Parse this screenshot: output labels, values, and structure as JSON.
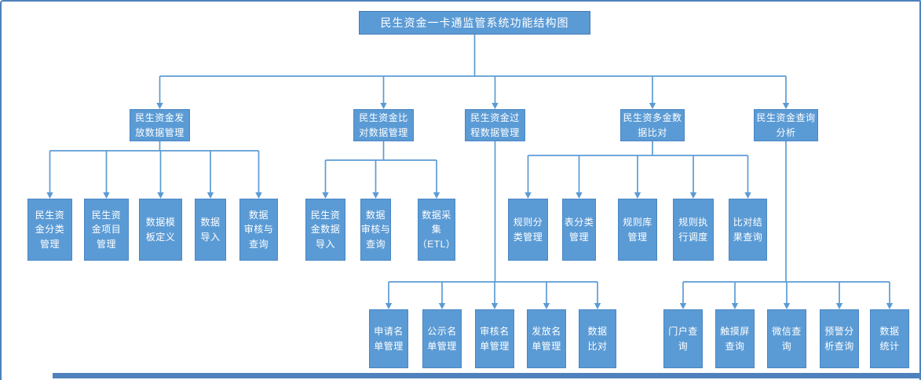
{
  "colors": {
    "box_fill": "#5b9bd5",
    "box_border": "#4a86c5",
    "line": "#5b9bd5",
    "frame": "#4f81bd",
    "text": "#ffffff"
  },
  "diagram": {
    "title": {
      "id": "title",
      "lines": [
        "民生资金一卡通监管系统功能结构图"
      ]
    },
    "branches": [
      {
        "id": "b1",
        "lines": [
          "民生资金发",
          "放数据管理"
        ],
        "children": [
          {
            "id": "c11",
            "lines": [
              "民生资",
              "金分类",
              "管理"
            ]
          },
          {
            "id": "c12",
            "lines": [
              "民生资",
              "金项目",
              "管理"
            ]
          },
          {
            "id": "c13",
            "lines": [
              "数据模",
              "板定义"
            ]
          },
          {
            "id": "c14",
            "lines": [
              "数据",
              "导入"
            ]
          },
          {
            "id": "c15",
            "lines": [
              "数据",
              "审核与",
              "查询"
            ]
          }
        ]
      },
      {
        "id": "b2",
        "lines": [
          "民生资金比",
          "对数据管理"
        ],
        "children": [
          {
            "id": "c21",
            "lines": [
              "民生资",
              "金数据",
              "导入"
            ]
          },
          {
            "id": "c22",
            "lines": [
              "数据",
              "审核与",
              "查询"
            ]
          },
          {
            "id": "c23",
            "lines": [
              "数据采",
              "集",
              "（ETL）"
            ]
          }
        ]
      },
      {
        "id": "b3",
        "lines": [
          "民生资金过",
          "程数据管理"
        ],
        "children": [
          {
            "id": "c31",
            "lines": [
              "申请名",
              "单管理"
            ]
          },
          {
            "id": "c32",
            "lines": [
              "公示名",
              "单管理"
            ]
          },
          {
            "id": "c33",
            "lines": [
              "审核名",
              "单管理"
            ]
          },
          {
            "id": "c34",
            "lines": [
              "发放名",
              "单管理"
            ]
          },
          {
            "id": "c35",
            "lines": [
              "数据",
              "比对"
            ]
          }
        ]
      },
      {
        "id": "b4",
        "lines": [
          "民生资多金数",
          "据比对"
        ],
        "children": [
          {
            "id": "c41",
            "lines": [
              "规则分",
              "类管理"
            ]
          },
          {
            "id": "c42",
            "lines": [
              "表分类",
              "管理"
            ]
          },
          {
            "id": "c43",
            "lines": [
              "规则库",
              "管理"
            ]
          },
          {
            "id": "c44",
            "lines": [
              "规则执",
              "行调度"
            ]
          },
          {
            "id": "c45",
            "lines": [
              "比对结",
              "果查询"
            ]
          }
        ]
      },
      {
        "id": "b5",
        "lines": [
          "民生资金查询",
          "分析"
        ],
        "children": [
          {
            "id": "c51",
            "lines": [
              "门户查",
              "询"
            ]
          },
          {
            "id": "c52",
            "lines": [
              "触摸屏",
              "查询"
            ]
          },
          {
            "id": "c53",
            "lines": [
              "微信查",
              "询"
            ]
          },
          {
            "id": "c54",
            "lines": [
              "预警分",
              "析查询"
            ]
          },
          {
            "id": "c55",
            "lines": [
              "数据",
              "统计"
            ]
          }
        ]
      }
    ]
  }
}
